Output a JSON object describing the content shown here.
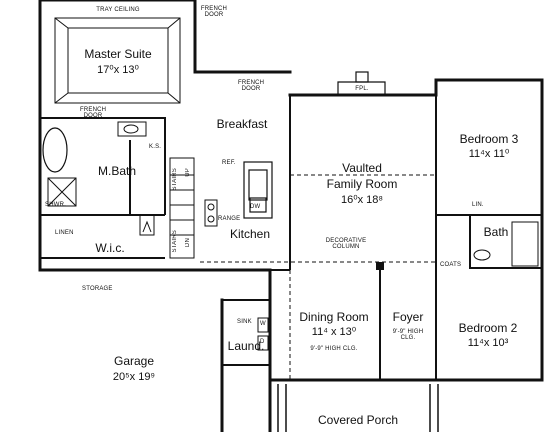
{
  "rooms": {
    "tray_ceiling": "TRAY CEILING",
    "master_suite": "Master Suite",
    "master_suite_dim": "17⁰x 13⁰",
    "french_door_top": "FRENCH DOOR",
    "french_door_breakfast": "FRENCH DOOR",
    "french_door_mbath": "FRENCH DOOR",
    "breakfast": "Breakfast",
    "fpl": "FPL.",
    "bedroom3": "Bedroom 3",
    "bedroom3_dim": "11⁴x 11⁰",
    "ks": "K.S.",
    "mbath": "M.Bath",
    "stairs": "STAIRS",
    "up": "UP",
    "ref": "REF.",
    "vaulted": "Vaulted",
    "family_room": "Family Room",
    "family_dim": "16⁰x 18⁸",
    "shwr": "SHWR.",
    "range": "RANGE",
    "dw": "DW",
    "lin": "LIN.",
    "linen": "LINEN",
    "stairs2": "STAIRS",
    "dn": "DN",
    "kitchen": "Kitchen",
    "decorative_column": "DECORATIVE COLUMN",
    "bath": "Bath",
    "wic": "W.i.c.",
    "coats": "COATS",
    "storage": "STORAGE",
    "dining_room": "Dining Room",
    "dining_dim": "11⁴ x 13⁰",
    "dining_clg": "9'-9\" HIGH CLG.",
    "foyer": "Foyer",
    "foyer_clg": "9'-9\" HIGH CLG.",
    "bedroom2": "Bedroom 2",
    "bedroom2_dim": "11⁴x 10³",
    "sink": "SINK",
    "w": "W",
    "d": "D",
    "laund": "Laund.",
    "garage": "Garage",
    "garage_dim": "20⁵x 19⁹",
    "covered_porch": "Covered Porch"
  }
}
